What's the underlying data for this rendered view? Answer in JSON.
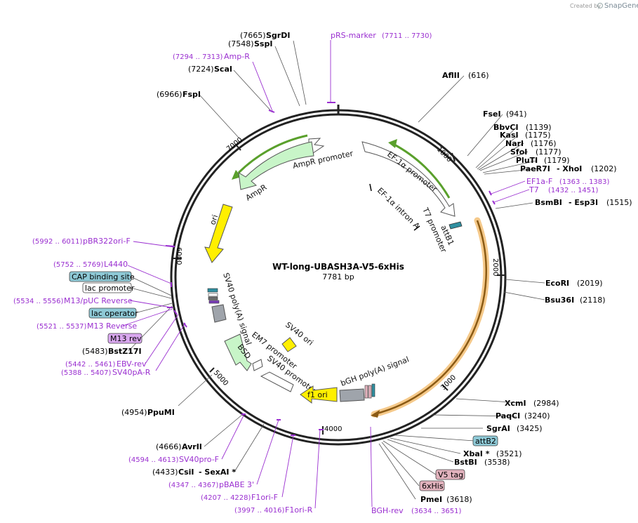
{
  "credit": {
    "prefix": "Created by",
    "brand": "SnapGene"
  },
  "plasmid": {
    "name": "WT-long-UBASH3A-V5-6xHis",
    "size": "7781 bp"
  },
  "ticks": [
    "1000",
    "2000",
    "3000",
    "4000",
    "5000",
    "6000",
    "7000"
  ],
  "sites": [
    {
      "name": "SgrDI",
      "pos": "(7665)"
    },
    {
      "name": "SspI",
      "pos": "(7548)"
    },
    {
      "name": "ScaI",
      "pos": "(7224)"
    },
    {
      "name": "FspI",
      "pos": "(6966)"
    },
    {
      "name": "AflII",
      "pos": "(616)"
    },
    {
      "name": "FseI",
      "pos": "(941)"
    },
    {
      "name": "BbvCI",
      "pos": "(1139)"
    },
    {
      "name": "KasI",
      "pos": "(1175)"
    },
    {
      "name": "NarI",
      "pos": "(1176)"
    },
    {
      "name": "SfoI",
      "pos": "(1177)"
    },
    {
      "name": "PluTI",
      "pos": "(1179)"
    },
    {
      "name": "PaeR7I",
      "name2": "- XhoI",
      "pos": "(1202)"
    },
    {
      "name": "BsmBI",
      "name2": "- Esp3I",
      "pos": "(1515)"
    },
    {
      "name": "EcoRI",
      "pos": "(2019)"
    },
    {
      "name": "Bsu36I",
      "pos": "(2118)"
    },
    {
      "name": "XcmI",
      "pos": "(2984)"
    },
    {
      "name": "PaqCI",
      "pos": "(3240)"
    },
    {
      "name": "SgrAI",
      "pos": "(3425)"
    },
    {
      "name": "XbaI *",
      "pos": "(3521)"
    },
    {
      "name": "BstBI",
      "pos": "(3538)"
    },
    {
      "name": "PmeI",
      "pos": "(3618)"
    },
    {
      "name": "BstZ17I",
      "pos": "(5483)"
    },
    {
      "name": "PpuMI",
      "pos": "(4954)"
    },
    {
      "name": "AvrII",
      "pos": "(4666)"
    },
    {
      "name": "CsiI",
      "name2": "- SexAI *",
      "pos": "(4433)"
    }
  ],
  "primers": [
    {
      "name": "pRS-marker",
      "pos": "(7711 .. 7730)"
    },
    {
      "name": "Amp-R",
      "pos": "(7294 .. 7313)"
    },
    {
      "name": "EF1a-F",
      "pos": "(1363 .. 1383)"
    },
    {
      "name": "T7",
      "pos": "(1432 .. 1451)"
    },
    {
      "name": "pBR322ori-F",
      "pos": "(5992 .. 6011)"
    },
    {
      "name": "L4440",
      "pos": "(5752 .. 5769)"
    },
    {
      "name": "M13/pUC Reverse",
      "pos": "(5534 .. 5556)"
    },
    {
      "name": "M13 Reverse",
      "pos": "(5521 .. 5537)"
    },
    {
      "name": "EBV-rev",
      "pos": "(5442 .. 5461)"
    },
    {
      "name": "SV40pA-R",
      "pos": "(5388 .. 5407)"
    },
    {
      "name": "SV40pro-F",
      "pos": "(4594 .. 4613)"
    },
    {
      "name": "pBABE 3'",
      "pos": "(4347 .. 4367)"
    },
    {
      "name": "F1ori-F",
      "pos": "(4207 .. 4228)"
    },
    {
      "name": "F1ori-R",
      "pos": "(3997 .. 4016)"
    },
    {
      "name": "BGH-rev",
      "pos": "(3634 .. 3651)"
    }
  ],
  "boxed": [
    {
      "name": "CAP binding site",
      "color": "#8ec9d6"
    },
    {
      "name": "lac promoter",
      "color": "#ffffff"
    },
    {
      "name": "lac operator",
      "color": "#8ec9d6"
    },
    {
      "name": "M13 rev",
      "color": "#d9a8ef"
    },
    {
      "name": "attB2",
      "color": "#8ec9d6"
    },
    {
      "name": "V5 tag",
      "color": "#e2b2bd"
    },
    {
      "name": "6xHis",
      "color": "#e2b2bd"
    }
  ],
  "features": [
    {
      "name": "AmpR promoter"
    },
    {
      "name": "AmpR"
    },
    {
      "name": "ori"
    },
    {
      "name": "EF-1α promoter"
    },
    {
      "name": "EF-1α intron A"
    },
    {
      "name": "T7 promoter"
    },
    {
      "name": "attB1"
    },
    {
      "name": "SV40 poly(A) signal"
    },
    {
      "name": "SV40 ori"
    },
    {
      "name": "EM7 promoter"
    },
    {
      "name": "BSD"
    },
    {
      "name": "SV40 promoter"
    },
    {
      "name": "f1 ori"
    },
    {
      "name": "bGH poly(A) signal"
    }
  ],
  "colors": {
    "backbone": "#222222",
    "primer": "#9a2fd0",
    "insert_fill": "#f5c98a",
    "insert_core": "#8a5a14",
    "green_arrow": "#5aa02c",
    "ampr_fill": "#c8f5c8",
    "ori_fill": "#ffef00",
    "grey_fill": "#9fa4ab"
  }
}
